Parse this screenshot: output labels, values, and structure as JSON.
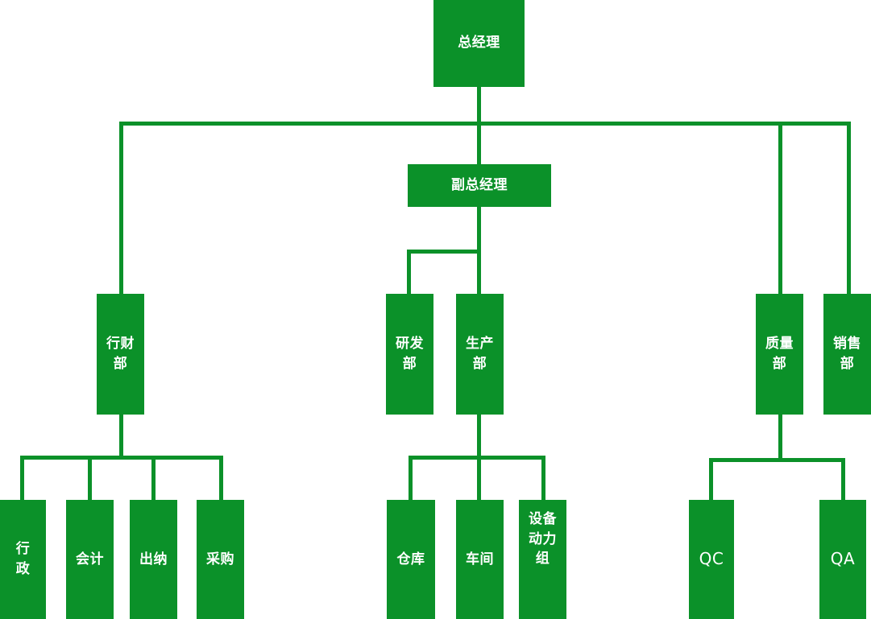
{
  "chart_data": {
    "type": "diagram",
    "diagram_kind": "organization-chart",
    "title": "",
    "accent_color": "#0b9129",
    "text_color": "#ffffff",
    "background_color": "#ffffff",
    "orientation": "top-down",
    "nodes": [
      {
        "id": "gm",
        "label": "总经理",
        "level": 0,
        "parent": null
      },
      {
        "id": "deputy_gm",
        "label": "副总经理",
        "level": 1,
        "parent": "gm"
      },
      {
        "id": "admin_fin",
        "label": "行财部",
        "level": 2,
        "parent": "gm"
      },
      {
        "id": "rd",
        "label": "研发部",
        "level": 2,
        "parent": "deputy_gm"
      },
      {
        "id": "production",
        "label": "生产部",
        "level": 2,
        "parent": "deputy_gm"
      },
      {
        "id": "quality",
        "label": "质量部",
        "level": 2,
        "parent": "gm"
      },
      {
        "id": "sales",
        "label": "销售部",
        "level": 2,
        "parent": "gm"
      },
      {
        "id": "admin",
        "label": "行政",
        "level": 3,
        "parent": "admin_fin"
      },
      {
        "id": "accounting",
        "label": "会计",
        "level": 3,
        "parent": "admin_fin"
      },
      {
        "id": "cashier",
        "label": "出纳",
        "level": 3,
        "parent": "admin_fin"
      },
      {
        "id": "purchasing",
        "label": "采购",
        "level": 3,
        "parent": "admin_fin"
      },
      {
        "id": "warehouse",
        "label": "仓库",
        "level": 3,
        "parent": "production"
      },
      {
        "id": "workshop",
        "label": "车间",
        "level": 3,
        "parent": "production"
      },
      {
        "id": "equipment",
        "label": "设备动力组",
        "level": 3,
        "parent": "production"
      },
      {
        "id": "qc",
        "label": "QC",
        "level": 3,
        "parent": "quality"
      },
      {
        "id": "qa",
        "label": "QA",
        "level": 3,
        "parent": "quality"
      }
    ]
  },
  "nodes": {
    "gm": "总经理",
    "deputy_gm": "副总经理",
    "admin_fin": "行财部",
    "rd": "研发部",
    "production": "生产部",
    "quality": "质量部",
    "sales": "销售部",
    "admin": "行政",
    "accounting": "会计",
    "cashier": "出纳",
    "purchasing": "采购",
    "warehouse": "仓库",
    "workshop": "车间",
    "equipment": "设备动力组",
    "qc": "QC",
    "qa": "QA"
  }
}
